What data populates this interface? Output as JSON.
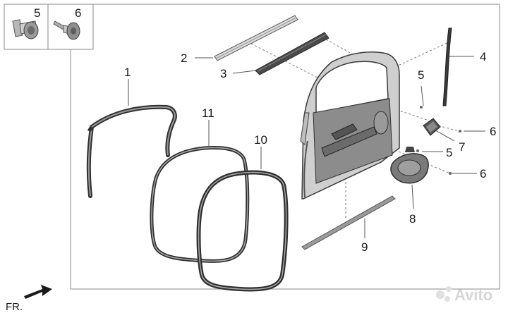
{
  "diagram": {
    "callouts": {
      "c1": "1",
      "c2": "2",
      "c3": "3",
      "c4": "4",
      "c5_top": "5",
      "c6_top": "6",
      "c5_a": "5",
      "c5_b": "5",
      "c6_a": "6",
      "c6_b": "6",
      "c7": "7",
      "c8": "8",
      "c9": "9",
      "c10": "10",
      "c11": "11"
    },
    "direction_label": "FR.",
    "watermark": "Avito"
  }
}
